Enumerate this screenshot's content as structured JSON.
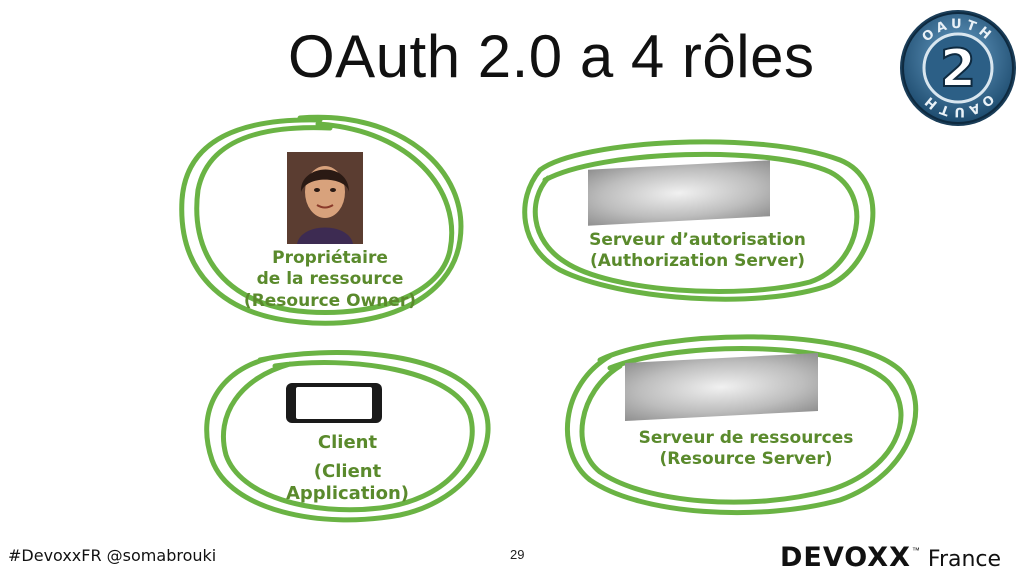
{
  "slide": {
    "title": "OAuth 2.0 a 4 rôles",
    "badge": {
      "top_text": "OAUTH",
      "bottom_text": "OAUTH",
      "number": "2"
    },
    "roles": {
      "owner": {
        "line1": "Propriétaire",
        "line2": "de la ressource",
        "line3": "(Resource Owner)"
      },
      "auth_server": {
        "line1": "Serveur d’autorisation",
        "line2": "(Authorization Server)"
      },
      "client": {
        "line1": "Client",
        "line2": "(Client Application)"
      },
      "resource_server": {
        "line1": "Serveur de ressources",
        "line2": "(Resource Server)"
      }
    },
    "footer": {
      "hashtags": "#DevoxxFR @somabrouki",
      "page": "29",
      "brand": "DEVOXX",
      "tm": "™",
      "brand_sub": "France"
    },
    "colors": {
      "accent_green": "#6ab344",
      "label_green": "#5a8a2c",
      "text": "#111111"
    }
  }
}
